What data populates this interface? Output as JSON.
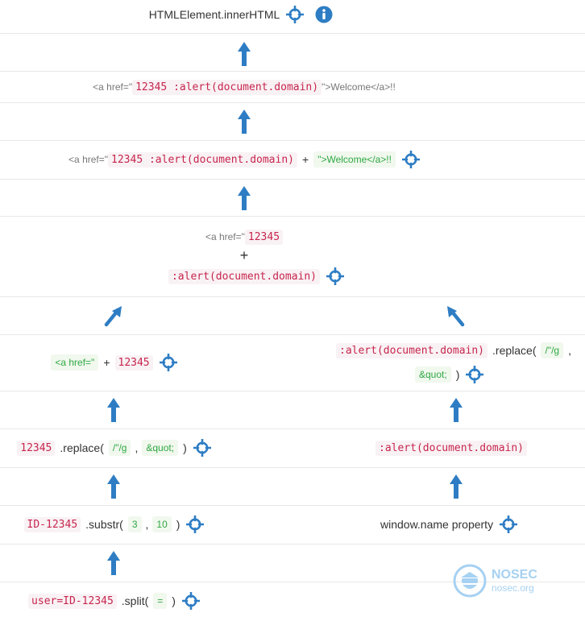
{
  "top": {
    "title": "HTMLElement.innerHTML"
  },
  "concat_result": {
    "part1": "<a href=\"",
    "code": "12345 :alert(document.domain)",
    "part2": "\">Welcome</a>!!"
  },
  "concat_expr": {
    "prefix": "<a href=\"",
    "code": "12345 :alert(document.domain)",
    "plus": "+",
    "green": "\">Welcome</a>!!"
  },
  "concat_block": {
    "prefix": "<a href=\"",
    "code1": "12345",
    "plus": "+",
    "code2": ":alert(document.domain)"
  },
  "left": {
    "concat": {
      "green": "<a href=\"",
      "plus": "+",
      "code": "12345"
    },
    "replace": {
      "code": "12345",
      "method": ".replace(",
      "arg1": "/\"/g",
      "comma": ",",
      "arg2": "&quot;",
      "close": ")"
    },
    "substr": {
      "code": "ID-12345",
      "method": ".substr(",
      "arg1": "3",
      "comma": ",",
      "arg2": "10",
      "close": ")"
    },
    "split": {
      "code": "user=ID-12345",
      "method": ".split(",
      "arg1": "=",
      "close": ")"
    }
  },
  "right": {
    "replace": {
      "code": ":alert(document.domain)",
      "method": ".replace(",
      "arg1": "/\"/g",
      "comma": ",",
      "arg2": "&quot;",
      "close": ")"
    },
    "source": {
      "code": ":alert(document.domain)"
    },
    "window": {
      "text": "window.name property"
    }
  },
  "logo": {
    "name": "NOSEC",
    "url": "nosec.org"
  },
  "colors": {
    "arrow": "#2e7dc4",
    "code": "#c7254e",
    "green": "#2ea843",
    "logo": "#a6d1f2"
  }
}
